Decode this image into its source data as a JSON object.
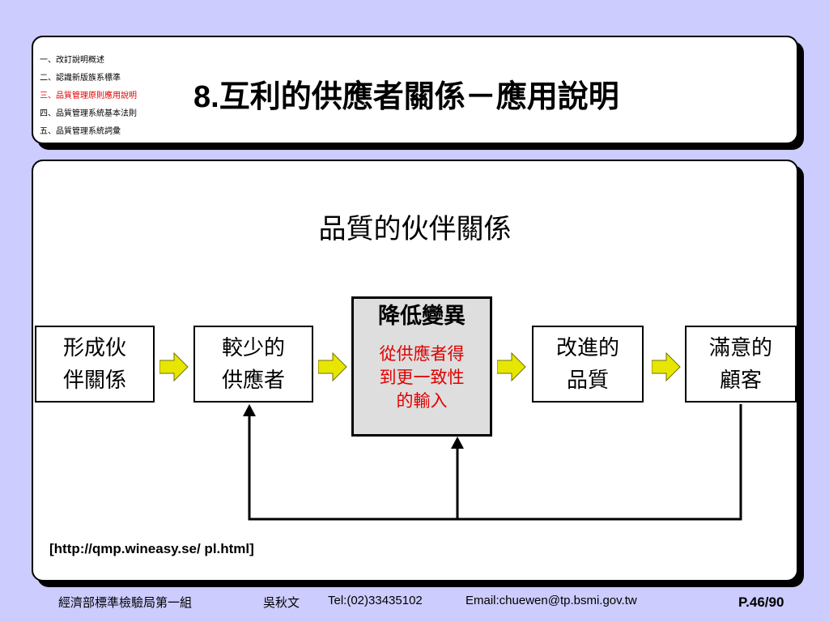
{
  "toc": {
    "items": [
      {
        "label": "一、改訂說明概述"
      },
      {
        "label": "二、認識新版族系標準"
      },
      {
        "label": "三、品質管理原則應用說明"
      },
      {
        "label": "四、品質管理系統基本法則"
      },
      {
        "label": "五、品質管理系統詞彙"
      }
    ],
    "active_index": 2
  },
  "header": {
    "number": "8.",
    "title": "互利的供應者關係－應用說明"
  },
  "diagram": {
    "title": "品質的伙伴關係",
    "boxes": {
      "form": [
        "形成伙",
        "伴關係"
      ],
      "fewer": [
        "較少的",
        "供應者"
      ],
      "reduce": {
        "heading": "降低變異",
        "sub": [
          "從供應者得",
          "到更一致性",
          "的輸入"
        ]
      },
      "improve": [
        "改進的",
        "品質"
      ],
      "satisfied": [
        "滿意的",
        "顧客"
      ]
    },
    "source": "[http://qmp.wineasy.se/ pl.html]"
  },
  "footer": {
    "org": "經濟部標準檢驗局第一組",
    "author": "吳秋文",
    "tel": "Tel:(02)33435102",
    "email": "Email:chuewen@tp.bsmi.gov.tw",
    "page": "P.46/90"
  },
  "colors": {
    "background": "#ccccff",
    "highlight_red": "#e00000",
    "arrow_yellow": "#e6e600",
    "highlight_box": "#dedede"
  }
}
